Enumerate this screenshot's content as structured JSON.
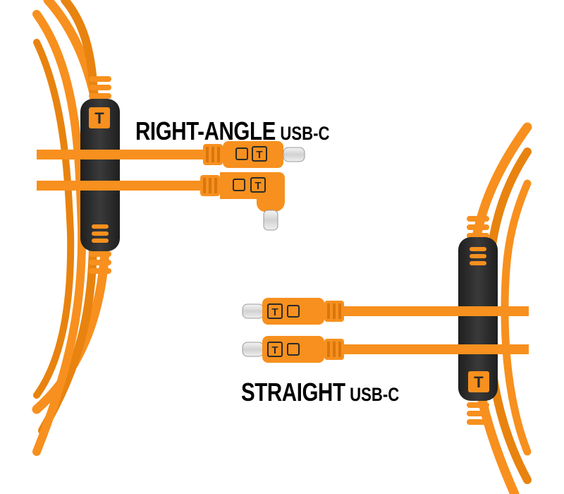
{
  "captions": {
    "right_angle": {
      "main": "RIGHT-ANGLE",
      "suffix": "USB-C"
    },
    "straight": {
      "main": "STRAIGHT",
      "suffix": "USB-C"
    }
  },
  "colors": {
    "cable_orange": "#f7901e",
    "cable_shadow": "#d9760d",
    "clip_black": "#2b2b2b",
    "plug_metal": "#e6e6e6",
    "text_black": "#000000",
    "background": "#ffffff"
  }
}
